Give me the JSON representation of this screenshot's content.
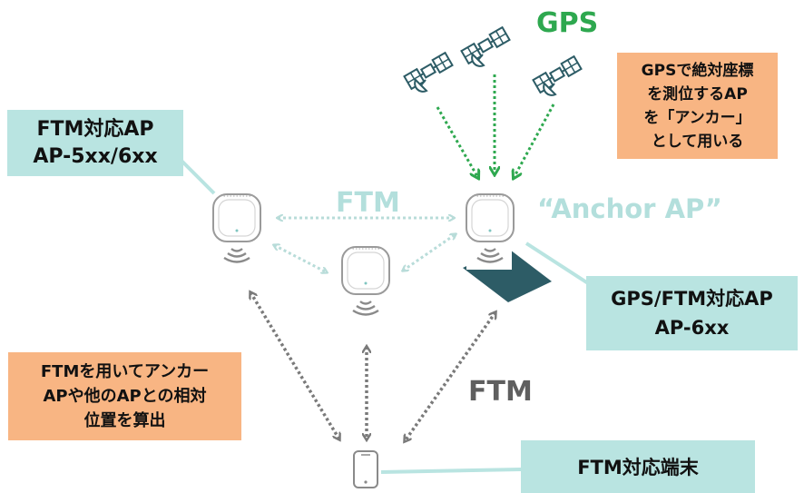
{
  "gps_label": "GPS",
  "gps_note": [
    "GPSで絶対座標",
    "を測位するAP",
    "を「アンカー」",
    "として用いる"
  ],
  "ftm_ap_box": [
    "FTM対応AP",
    "AP-5xx/6xx"
  ],
  "ftm_top_label": "FTM",
  "anchor_label": "“Anchor AP”",
  "gps_ftm_ap_box": [
    "GPS/FTM対応AP",
    "AP-6xx"
  ],
  "relative_note": [
    "FTMを用いてアンカー",
    "APや他のAPとの相対",
    "位置を算出"
  ],
  "ftm_bottom_label": "FTM",
  "terminal_box": "FTM対応端末",
  "icons": {
    "satellite": "satellite-icon",
    "access_point": "access-point-icon",
    "phone": "smartphone-icon",
    "signal": "wifi-signal-icon",
    "gps_module": "gps-module-icon"
  },
  "colors": {
    "teal_box": "#b9e4e1",
    "orange_box": "#f8b583",
    "green": "#2ea84f",
    "light_teal_text": "#b3dfdc",
    "gray_text": "#5f5f5f",
    "light_arrow": "#b8dcd9",
    "dark_arrow": "#7a7a7a",
    "gps_module": "#2d5c66"
  }
}
